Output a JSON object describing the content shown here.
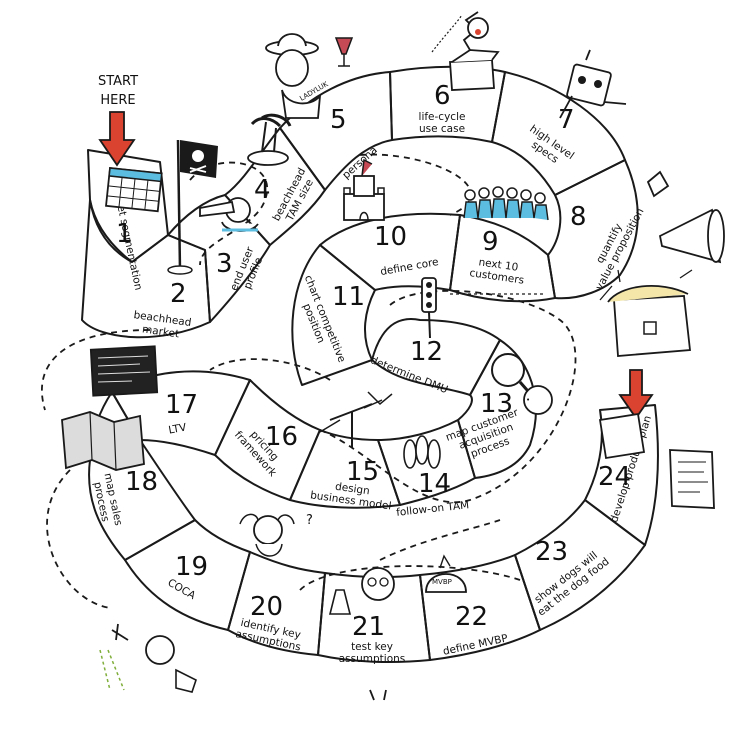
{
  "start_label": [
    "START",
    "HERE"
  ],
  "colors": {
    "blue": "#5cbde0",
    "red": "#c64a55",
    "gray": "#8f8f93",
    "green": "#a6b978",
    "purple": "#8c6fc4",
    "orange": "#f3985e"
  },
  "steps": [
    {
      "n": "1",
      "label": [
        "market segmentation"
      ]
    },
    {
      "n": "2",
      "label": [
        "beachhead",
        "market"
      ]
    },
    {
      "n": "3",
      "label": [
        "end user",
        "profile"
      ]
    },
    {
      "n": "4",
      "label": [
        "beachhead",
        "TAM size"
      ]
    },
    {
      "n": "5",
      "label": [
        "persona"
      ]
    },
    {
      "n": "6",
      "label": [
        "life-cycle",
        "use case"
      ]
    },
    {
      "n": "7",
      "label": [
        "high level",
        "specs"
      ]
    },
    {
      "n": "8",
      "label": [
        "quantify",
        "value proposition"
      ]
    },
    {
      "n": "9",
      "label": [
        "next 10",
        "customers"
      ]
    },
    {
      "n": "10",
      "label": [
        "define core"
      ]
    },
    {
      "n": "11",
      "label": [
        "chart competitive",
        "position"
      ]
    },
    {
      "n": "12",
      "label": [
        "determine DMU"
      ]
    },
    {
      "n": "13",
      "label": [
        "map customer",
        "acquisition",
        "process"
      ]
    },
    {
      "n": "14",
      "label": [
        "follow-on TAM"
      ]
    },
    {
      "n": "15",
      "label": [
        "design",
        "business model"
      ]
    },
    {
      "n": "16",
      "label": [
        "pricing",
        "framework"
      ]
    },
    {
      "n": "17",
      "label": [
        "LTV"
      ]
    },
    {
      "n": "18",
      "label": [
        "map sales",
        "process"
      ]
    },
    {
      "n": "19",
      "label": [
        "COCA"
      ]
    },
    {
      "n": "20",
      "label": [
        "identify key",
        "assumptions"
      ]
    },
    {
      "n": "21",
      "label": [
        "test key",
        "assumptions"
      ]
    },
    {
      "n": "22",
      "label": [
        "define MVBP"
      ]
    },
    {
      "n": "23",
      "label": [
        "show dogs will",
        "eat the dog food"
      ]
    },
    {
      "n": "24",
      "label": [
        "develop product plan"
      ]
    }
  ],
  "illustrations": [
    {
      "name": "start-arrow-icon"
    },
    {
      "name": "calendar-icon"
    },
    {
      "name": "pirate-flag-icon"
    },
    {
      "name": "telescope-person-icon"
    },
    {
      "name": "island-icon"
    },
    {
      "name": "explorer-with-wine-icon"
    },
    {
      "name": "jack-in-the-box-icon"
    },
    {
      "name": "robot-icon"
    },
    {
      "name": "megaphone-icon"
    },
    {
      "name": "castle-icon"
    },
    {
      "name": "customer-figures-icon"
    },
    {
      "name": "traffic-light-icon"
    },
    {
      "name": "treasure-chest-icon"
    },
    {
      "name": "magnifier-detective-icon"
    },
    {
      "name": "chalkboard-icon"
    },
    {
      "name": "map-icon"
    },
    {
      "name": "scale-icon"
    },
    {
      "name": "bowling-pins-icon"
    },
    {
      "name": "wizard-icon"
    },
    {
      "name": "scientist-icon"
    },
    {
      "name": "igloo-icon"
    },
    {
      "name": "product-plan-paper-icon"
    },
    {
      "name": "watering-can-figure-icon"
    }
  ],
  "igloo_text": "MVBP",
  "hat_text": "LADYLUK"
}
